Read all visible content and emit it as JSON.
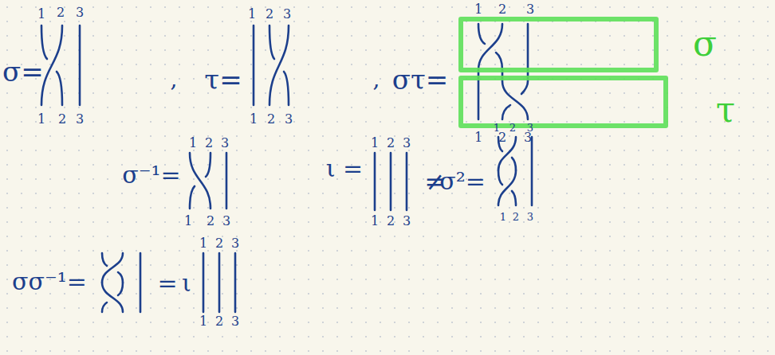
{
  "diagram": {
    "labels": [
      "1",
      "2",
      "3",
      "σ=",
      "1",
      "2",
      "3",
      ",",
      "1",
      "2",
      "3",
      "τ=",
      "1",
      "2",
      "3",
      ",",
      "1",
      "2",
      "3",
      "στ=",
      "σ",
      "τ",
      "1",
      "2",
      "3",
      "1",
      "2",
      "3",
      "σ⁻¹=",
      "1",
      "2",
      "3",
      "1",
      "2",
      "3",
      "ι =",
      "1",
      "2",
      "3",
      "≠",
      "1",
      "2",
      "3",
      "σ²=",
      "1",
      "2",
      "3",
      "σσ⁻¹=",
      "=",
      "ι",
      "1",
      "2",
      "3",
      "1",
      "2",
      "3"
    ]
  }
}
